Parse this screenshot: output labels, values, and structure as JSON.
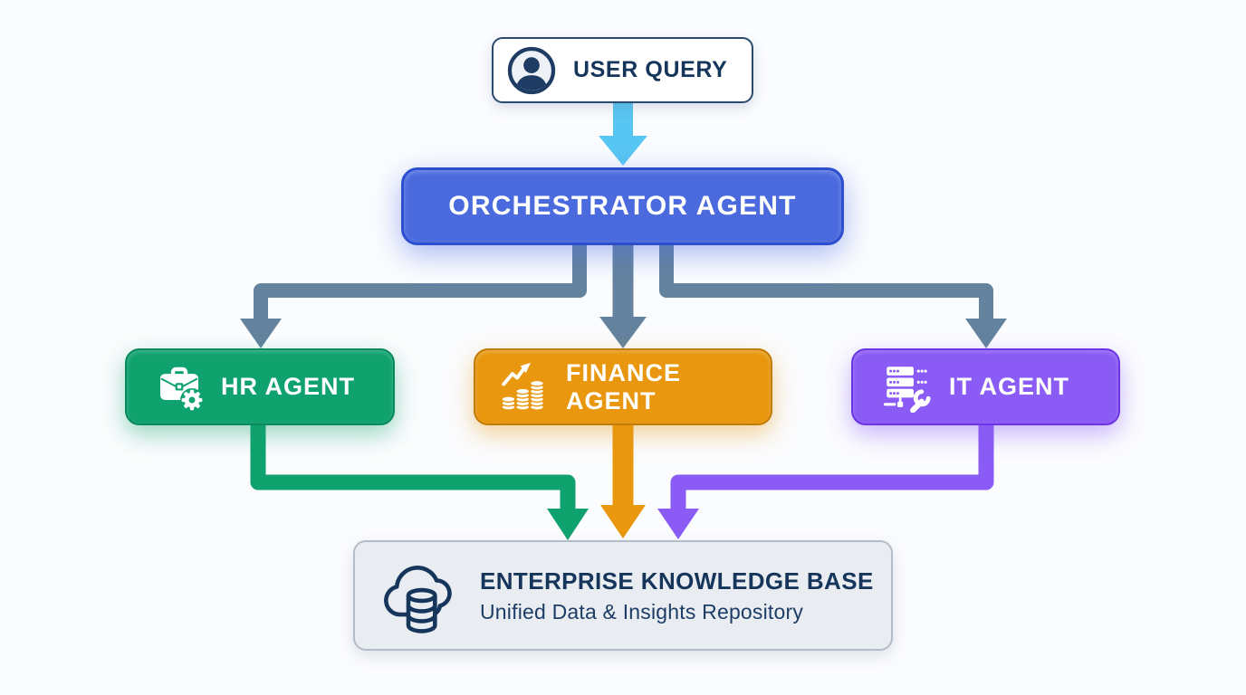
{
  "nodes": {
    "user_query": {
      "label": "USER QUERY",
      "icon": "person-avatar-icon"
    },
    "orchestrator": {
      "label": "ORCHESTRATOR AGENT"
    },
    "hr": {
      "label": "HR AGENT",
      "icon": "briefcase-gear-icon"
    },
    "finance": {
      "label": "FINANCE AGENT",
      "icon": "coins-growth-arrow-icon"
    },
    "it": {
      "label": "IT AGENT",
      "icon": "server-wrench-icon"
    },
    "knowledge_base": {
      "title": "ENTERPRISE KNOWLEDGE BASE",
      "subtitle": "Unified Data & Insights Repository",
      "icon": "cloud-database-icon"
    }
  },
  "connections": [
    {
      "from": "user_query",
      "to": "orchestrator",
      "color_key": "sky_arrow"
    },
    {
      "from": "orchestrator",
      "to": "hr",
      "color_key": "slate_arrow"
    },
    {
      "from": "orchestrator",
      "to": "finance",
      "color_key": "slate_arrow"
    },
    {
      "from": "orchestrator",
      "to": "it",
      "color_key": "slate_arrow"
    },
    {
      "from": "hr",
      "to": "knowledge_base",
      "color_key": "hr"
    },
    {
      "from": "finance",
      "to": "knowledge_base",
      "color_key": "finance"
    },
    {
      "from": "it",
      "to": "knowledge_base",
      "color_key": "it"
    }
  ],
  "colors": {
    "background": "#fbfcfe",
    "sky_arrow": "#58c6f2",
    "slate_arrow": "#64839f",
    "orchestrator": "#4a6ade",
    "orchestrator_border": "#2c4ecf",
    "hr": "#10a26e",
    "hr_border": "#0a8a5c",
    "finance": "#e8970f",
    "finance_border": "#c27b04",
    "it": "#8a5cf5",
    "it_border": "#6b35e6",
    "kb_fill": "#e9edf2",
    "kb_border": "#b3bdc9",
    "navy": "#16355b",
    "subtitle": "#1d3d66"
  }
}
